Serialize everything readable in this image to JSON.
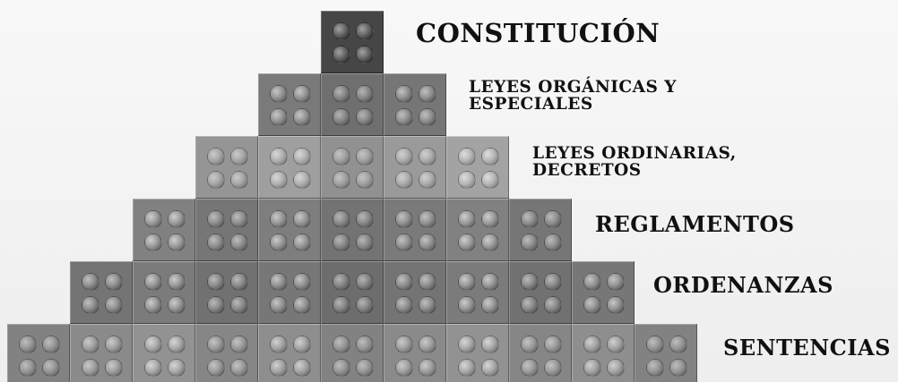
{
  "levels": [
    {
      "lines": [
        "CONSTITUCIÓN"
      ],
      "bricks": 1,
      "color": "#4a4a4a"
    },
    {
      "lines": [
        "LEYES ORGÁNICAS Y",
        "ESPECIALES"
      ],
      "bricks": 3,
      "color": "#767676"
    },
    {
      "lines": [
        "LEYES ORDINARIAS,",
        "DECRETOS"
      ],
      "bricks": 5,
      "color": "#9a9a9a"
    },
    {
      "lines": [
        "REGLAMENTOS"
      ],
      "bricks": 7,
      "color": "#7a7a7a"
    },
    {
      "lines": [
        "ORDENANZAS"
      ],
      "bricks": 9,
      "color": "#747474"
    },
    {
      "lines": [
        "SENTENCIAS"
      ],
      "bricks": 11,
      "color": "#8a8a8a"
    }
  ]
}
